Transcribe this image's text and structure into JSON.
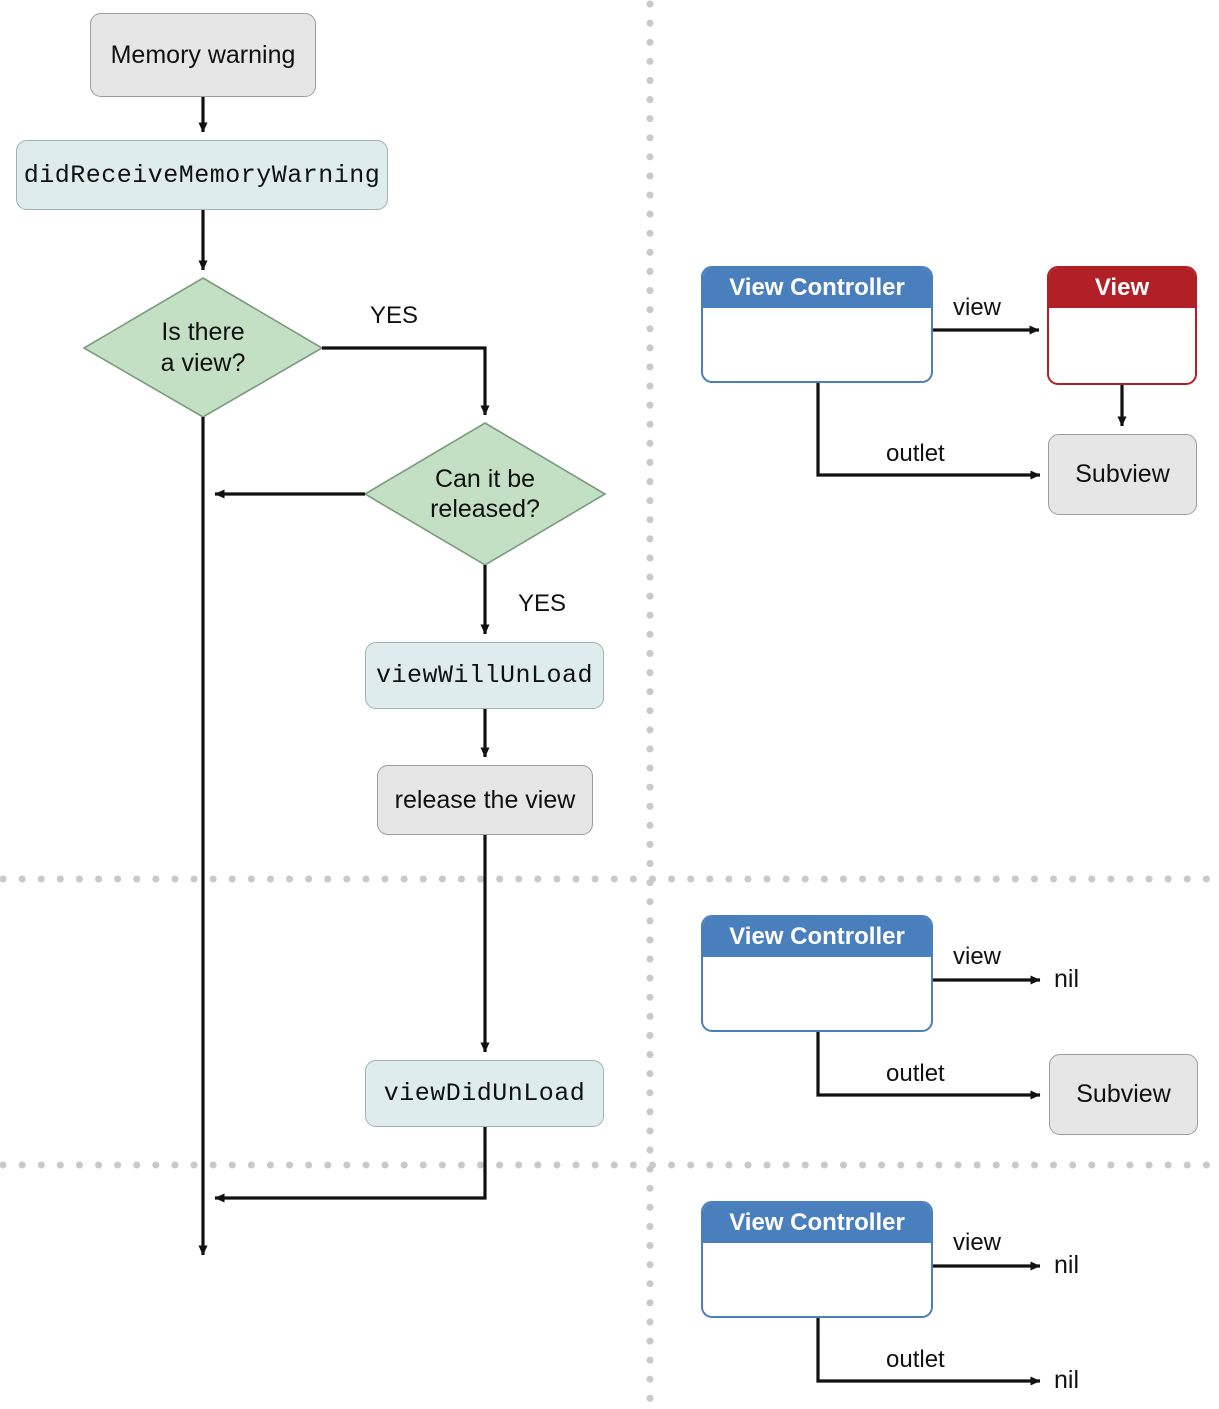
{
  "diagram": {
    "title": "iOS View Controller memory warning lifecycle",
    "colors": {
      "gray_fill": "#e6e6e6",
      "cyan_fill": "#dfeced",
      "green_fill": "#c3e0c5",
      "blue_header": "#4a7fbe",
      "red_header": "#b22027",
      "divider_dot": "#c9c9c9",
      "stroke": "#111111"
    },
    "flow": {
      "nodes": [
        {
          "id": "memory-warning",
          "label": "Memory warning",
          "shape": "rounded-rect",
          "style": "gray"
        },
        {
          "id": "did-receive",
          "label": "didReceiveMemoryWarning",
          "shape": "rounded-rect",
          "style": "cyan-mono"
        },
        {
          "id": "is-there-a-view",
          "label_line1": "Is there",
          "label_line2": "a view?",
          "shape": "diamond",
          "style": "green"
        },
        {
          "id": "can-it-be-released",
          "label_line1": "Can it be",
          "label_line2": "released?",
          "shape": "diamond",
          "style": "green"
        },
        {
          "id": "view-will-unload",
          "label": "viewWillUnLoad",
          "shape": "rounded-rect",
          "style": "cyan-mono"
        },
        {
          "id": "release-the-view",
          "label": "release the view",
          "shape": "rounded-rect",
          "style": "gray"
        },
        {
          "id": "view-did-unload",
          "label": "viewDidUnLoad",
          "shape": "rounded-rect",
          "style": "cyan-mono"
        }
      ],
      "edge_labels": {
        "is_there_a_view_yes": "YES",
        "can_it_be_released_yes": "YES"
      }
    },
    "panels": [
      {
        "id": "panel-loaded",
        "view_controller": {
          "title": "View Controller"
        },
        "view": {
          "title": "View"
        },
        "subview": {
          "label": "Subview"
        },
        "edges": {
          "view": "view",
          "outlet": "outlet"
        }
      },
      {
        "id": "panel-view-released",
        "view_controller": {
          "title": "View Controller"
        },
        "view_target": "nil",
        "subview": {
          "label": "Subview"
        },
        "edges": {
          "view": "view",
          "outlet": "outlet"
        }
      },
      {
        "id": "panel-outlets-nil",
        "view_controller": {
          "title": "View Controller"
        },
        "view_target": "nil",
        "outlet_target": "nil",
        "edges": {
          "view": "view",
          "outlet": "outlet"
        }
      }
    ]
  }
}
